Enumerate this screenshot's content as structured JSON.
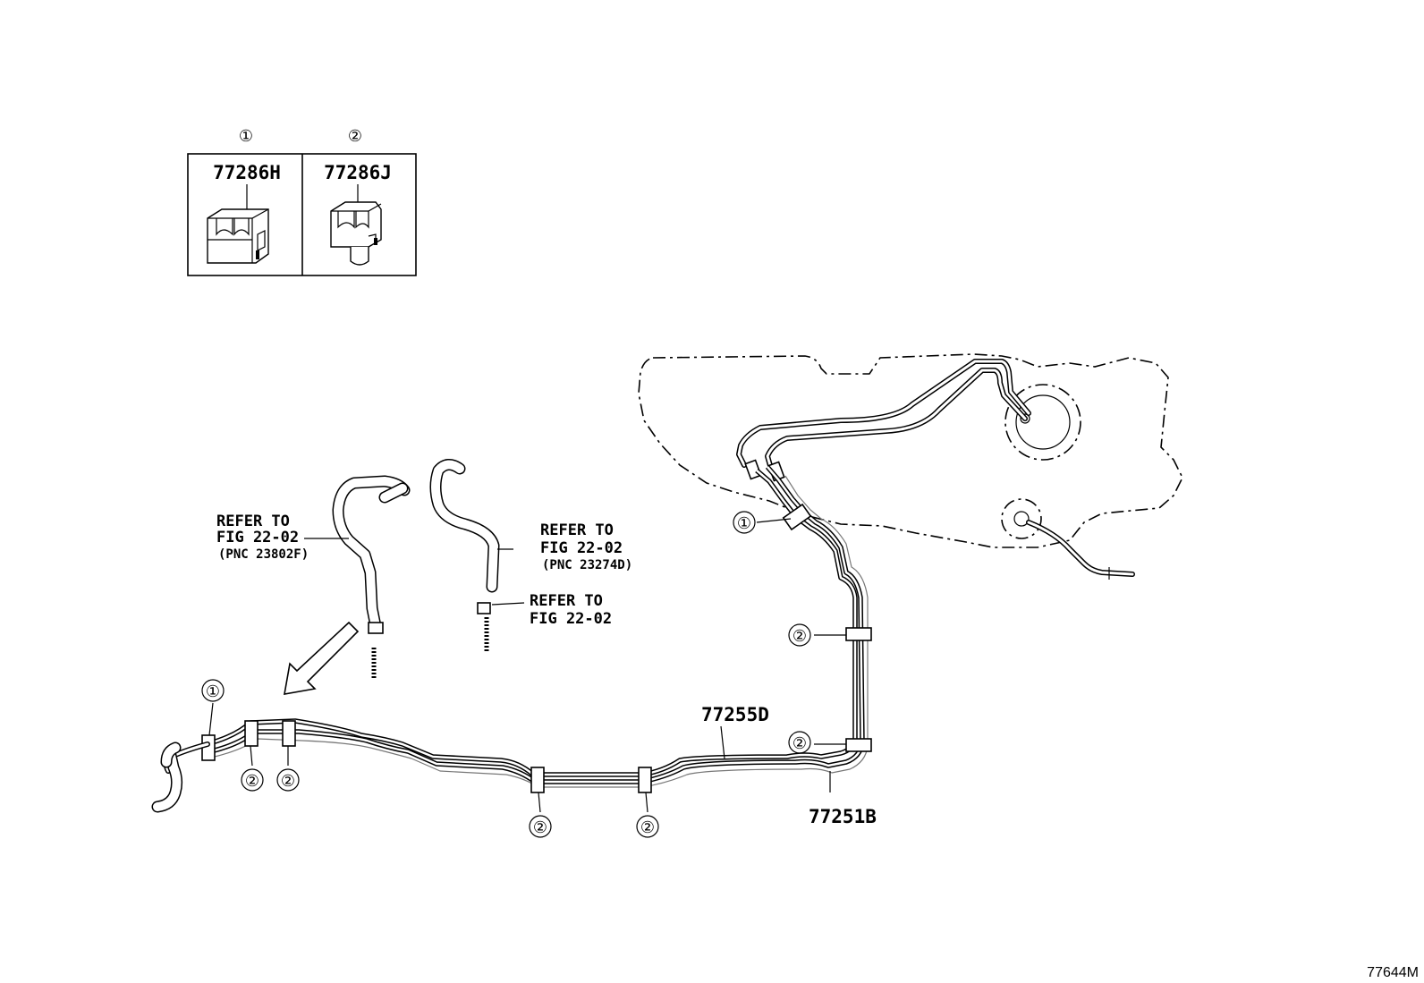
{
  "legend": {
    "items": [
      {
        "number": "①",
        "part": "77286H"
      },
      {
        "number": "②",
        "part": "77286J"
      }
    ]
  },
  "callouts": {
    "one": "①",
    "two": "②"
  },
  "refs": {
    "ref1": {
      "line1": "REFER TO",
      "line2": "FIG 22-02",
      "line3": "(PNC 23802F)"
    },
    "ref2": {
      "line1": "REFER TO",
      "line2": "FIG 22-02",
      "line3": "(PNC 23274D)"
    },
    "ref3": {
      "line1": "REFER TO",
      "line2": "FIG 22-02"
    }
  },
  "parts": {
    "pipe_main": "77255D",
    "pipe_secondary": "77251B"
  },
  "figure_code": "77644M"
}
